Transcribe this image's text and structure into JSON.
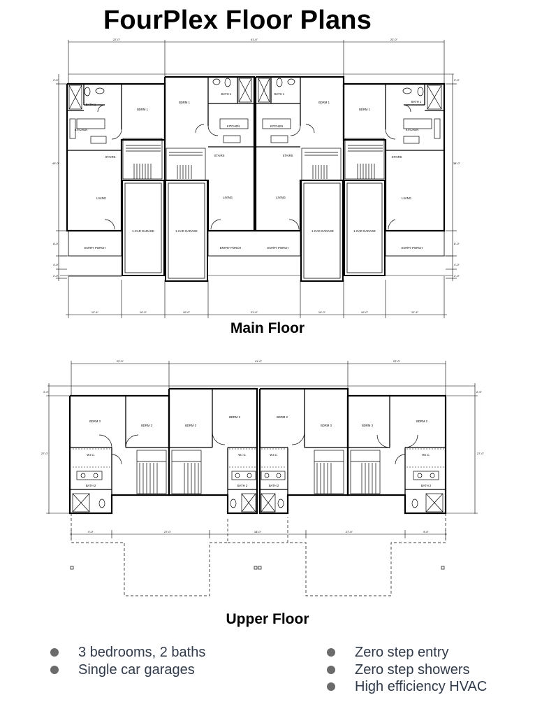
{
  "title": "FourPlex Floor Plans",
  "main_floor": {
    "label": "Main Floor",
    "top_dims": [
      "22'-0\"",
      "41'-0\"",
      "22'-0\""
    ],
    "bottom_dims": [
      "12'-4\"",
      "10'-0\"",
      "10'-0\"",
      "21'-0\"",
      "10'-0\"",
      "12'-4\"",
      "10'-0\""
    ],
    "left_dims": [
      "2'-0\"",
      "40'-0\"",
      "8'-0\"",
      "4'-0\"",
      "2'-0\""
    ],
    "right_dims": [
      "2'-0\"",
      "38'-0\"",
      "8'-0\"",
      "4'-0\"",
      "2'-0\""
    ],
    "rooms": {
      "bath1": "BATH 1",
      "bdrm1": "BDRM 1",
      "kitchen": "KITCHEN",
      "stairs": "STAIRS",
      "living": "LIVING",
      "garage": "1-CAR GARAGE",
      "porch": "ENTRY PORCH"
    }
  },
  "upper_floor": {
    "label": "Upper Floor",
    "top_dims": [
      "22'-0\"",
      "41'-0\"",
      "22'-0\""
    ],
    "bottom_dims": [
      "9'-0\"",
      "27'-0\"",
      "18'-0\"",
      "27'-0\"",
      "9'-0\""
    ],
    "side_dims": [
      "2'-0\"",
      "27'-0\""
    ],
    "rooms": {
      "bdrm2": "BDRM 2",
      "bdrm3": "BDRM 3",
      "bath2": "BATH 2",
      "wic": "W.I.C."
    }
  },
  "features_left": [
    "3 bedrooms, 2 baths",
    "Single car garages"
  ],
  "features_right": [
    "Zero step entry",
    "Zero step showers",
    "High efficiency HVAC"
  ],
  "colors": {
    "line": "#000000",
    "bullet": "#6b6b6b",
    "feature_text": "#2f3b4c"
  }
}
